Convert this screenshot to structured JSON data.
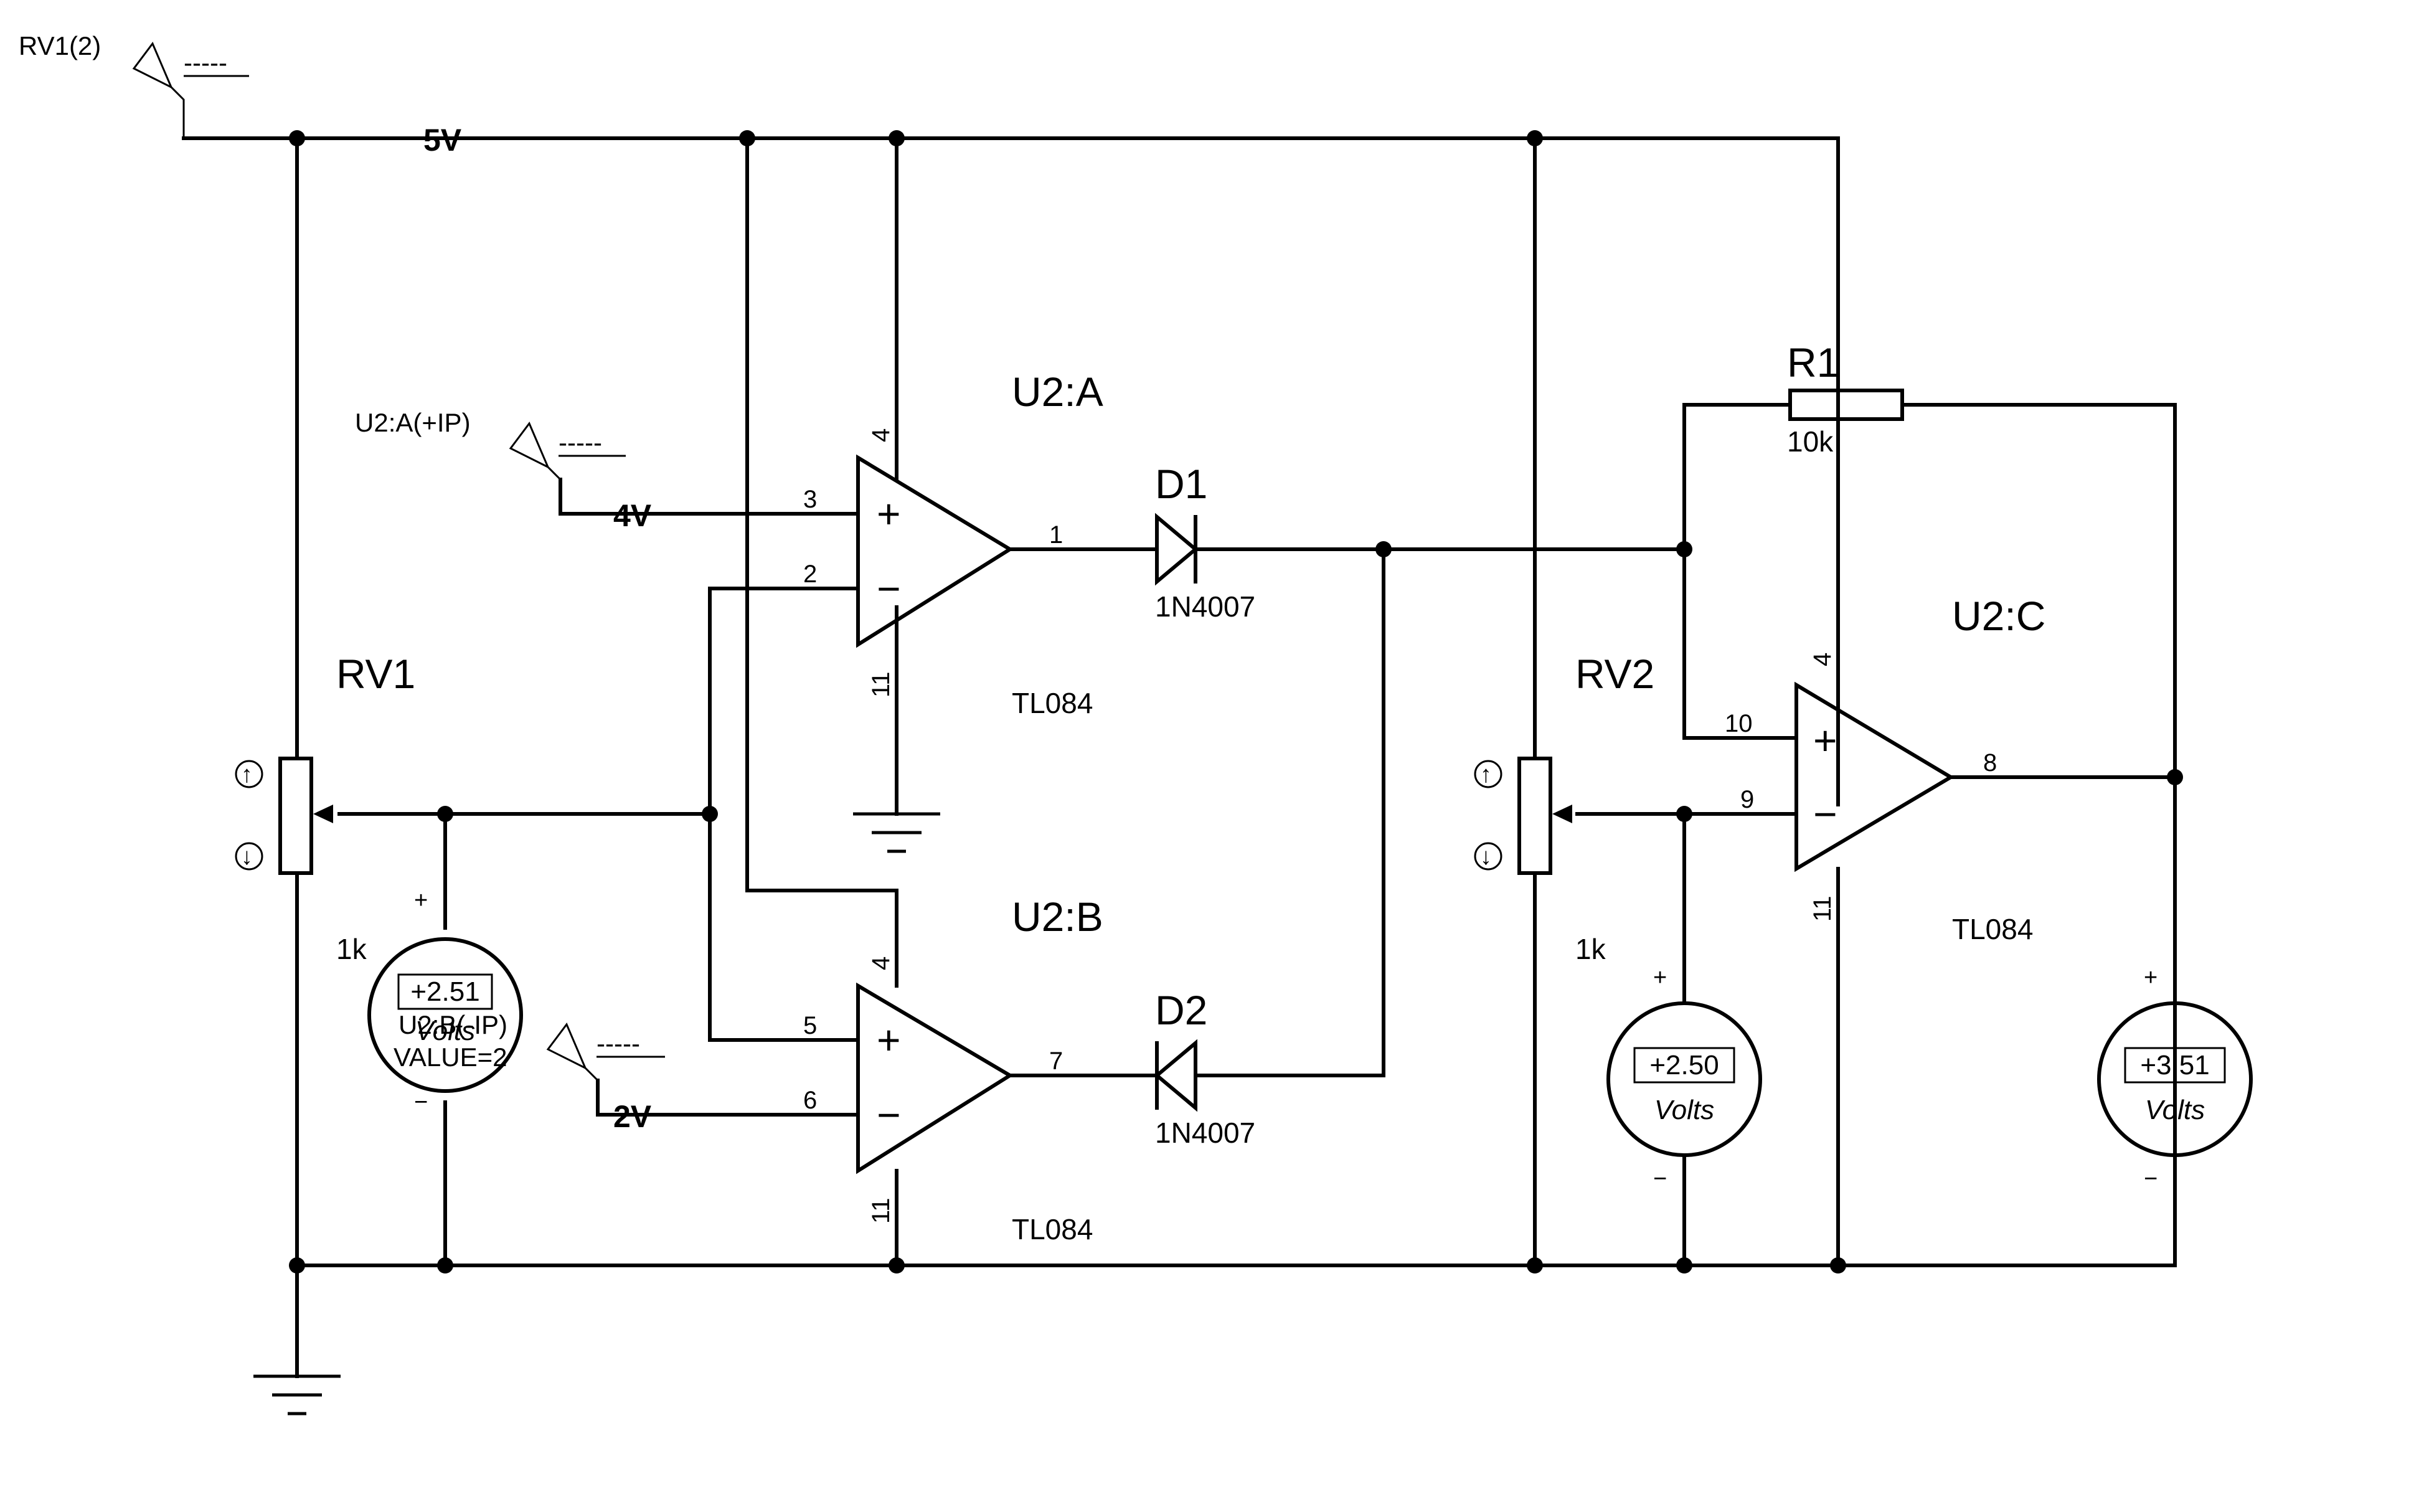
{
  "nets": {
    "vcc": "5V",
    "u2a_in": "4V",
    "u2b_in": "2V"
  },
  "probes": {
    "rv1_probe": "RV1(2)",
    "u2a_probe": "U2:A(+IP)",
    "u2b_probe": "U2:B(-IP)",
    "u2b_probe_value": "VALUE=2",
    "dashes": "-----"
  },
  "components": {
    "u2a": {
      "ref": "U2:A",
      "part": "TL084",
      "pins": {
        "in_plus": "3",
        "in_minus": "2",
        "out": "1",
        "vpos": "4",
        "vneg": "11"
      }
    },
    "u2b": {
      "ref": "U2:B",
      "part": "TL084",
      "pins": {
        "in_plus": "5",
        "in_minus": "6",
        "out": "7",
        "vpos": "4",
        "vneg": "11"
      }
    },
    "u2c": {
      "ref": "U2:C",
      "part": "TL084",
      "pins": {
        "in_plus": "10",
        "in_minus": "9",
        "out": "8",
        "vpos": "4",
        "vneg": "11"
      }
    },
    "d1": {
      "ref": "D1",
      "part": "1N4007"
    },
    "d2": {
      "ref": "D2",
      "part": "1N4007"
    },
    "r1": {
      "ref": "R1",
      "value": "10k"
    },
    "rv1": {
      "ref": "RV1",
      "value": "1k"
    },
    "rv2": {
      "ref": "RV2",
      "value": "1k"
    }
  },
  "meters": {
    "vm1": {
      "reading": "+2.51",
      "units": "Volts",
      "plus": "+",
      "minus": "−"
    },
    "vm2": {
      "reading": "+2.50",
      "units": "Volts",
      "plus": "+",
      "minus": "−"
    },
    "vm3": {
      "reading": "+3.51",
      "units": "Volts",
      "plus": "+",
      "minus": "−"
    }
  },
  "symbols": {
    "opamp_plus": "+",
    "opamp_minus": "−",
    "pot_up": "↑",
    "pot_down": "↓"
  },
  "icons": [
    "opamp-symbol",
    "diode-symbol",
    "resistor-symbol",
    "potentiometer-symbol",
    "voltmeter-symbol",
    "ground-symbol",
    "voltage-probe-symbol"
  ]
}
